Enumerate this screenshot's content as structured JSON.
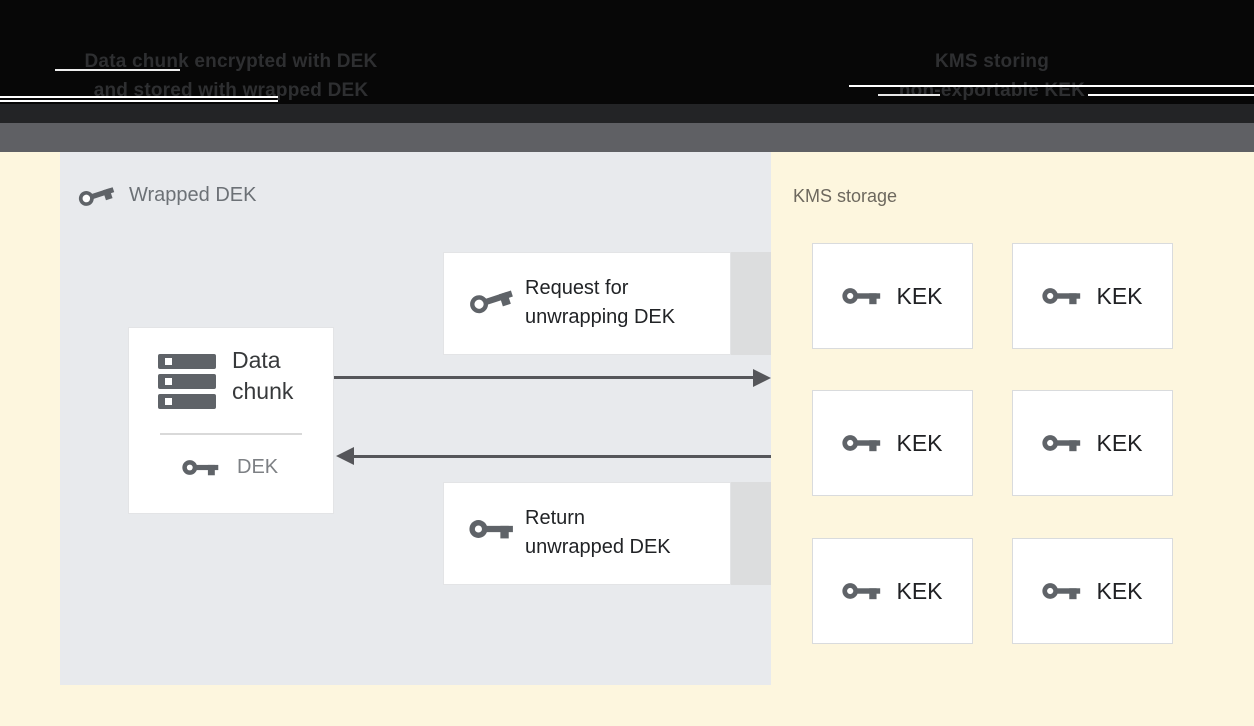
{
  "header": {
    "left_caption": [
      "Data chunk encrypted with DEK",
      "and stored with wrapped DEK"
    ],
    "right_caption": [
      "KMS storing",
      "non-exportable KEK"
    ]
  },
  "wrapped_panel": {
    "label": "Wrapped DEK",
    "data_chunk": {
      "title_lines": [
        "Data",
        "chunk"
      ],
      "dek_label": "DEK"
    },
    "request_box": {
      "lines": [
        "Request for",
        "unwrapping DEK"
      ]
    },
    "return_box": {
      "lines": [
        "Return",
        "unwrapped DEK"
      ]
    }
  },
  "kms": {
    "label": "KMS storage",
    "keks": [
      "KEK",
      "KEK",
      "KEK",
      "KEK",
      "KEK",
      "KEK"
    ]
  },
  "icons": {
    "key": "key-icon",
    "storage": "storage-stack-icon"
  },
  "colors": {
    "canvas_bg": "#fdf6de",
    "panel_bg": "#e8eaed",
    "box_bg": "#ffffff",
    "box_side_tab": "#dcddde",
    "icon_gray": "#5f6368",
    "arrow_gray": "#55565a",
    "header_black": "#070707",
    "header_band": "#232426",
    "header_gray_band": "#5f6064",
    "caption_text": "#2e2f31",
    "muted_text": "#6c7176",
    "dark_text": "#212326"
  }
}
